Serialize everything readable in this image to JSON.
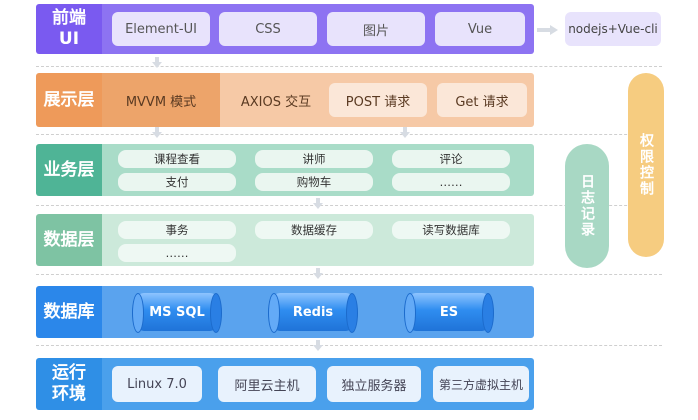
{
  "layers": {
    "frontend": {
      "label": "前端UI",
      "items": [
        "Element-UI",
        "CSS",
        "图片",
        "Vue"
      ],
      "side_box": "nodejs+Vue-cli"
    },
    "presentation": {
      "label": "展示层",
      "items": [
        "MVVM 模式",
        "AXIOS 交互",
        "POST 请求",
        "Get 请求"
      ]
    },
    "business": {
      "label": "业务层",
      "items": [
        "课程查看",
        "讲师",
        "评论",
        "支付",
        "购物车",
        "……"
      ]
    },
    "data": {
      "label": "数据层",
      "items": [
        "事务",
        "数据缓存",
        "读写数据库",
        "……"
      ]
    },
    "database": {
      "label": "数据库",
      "items": [
        "MS SQL",
        "Redis",
        "ES"
      ]
    },
    "runtime": {
      "label": "运行环境",
      "items": [
        "Linux 7.0",
        "阿里云主机",
        "独立服务器",
        "第三方虚拟主机"
      ]
    }
  },
  "side_panels": {
    "log": "日志记录",
    "permission": "权限控制"
  },
  "colors": {
    "frontend": "#7a5af0",
    "frontend_chip": "#e8e3fc",
    "presentation": "#ee9a5a",
    "presentation_band": "#f6c9a6",
    "presentation_chip": "#fbe7d8",
    "business": "#4fb496",
    "business_band": "#a9dcc8",
    "data": "#7ec3a3",
    "data_band": "#cce9da",
    "database": "#2b87ea",
    "runtime": "#2f8fe6",
    "runtime_chip": "#e8f2fd",
    "log_panel": "#a8d8c4",
    "permission_panel": "#f6cc80"
  }
}
